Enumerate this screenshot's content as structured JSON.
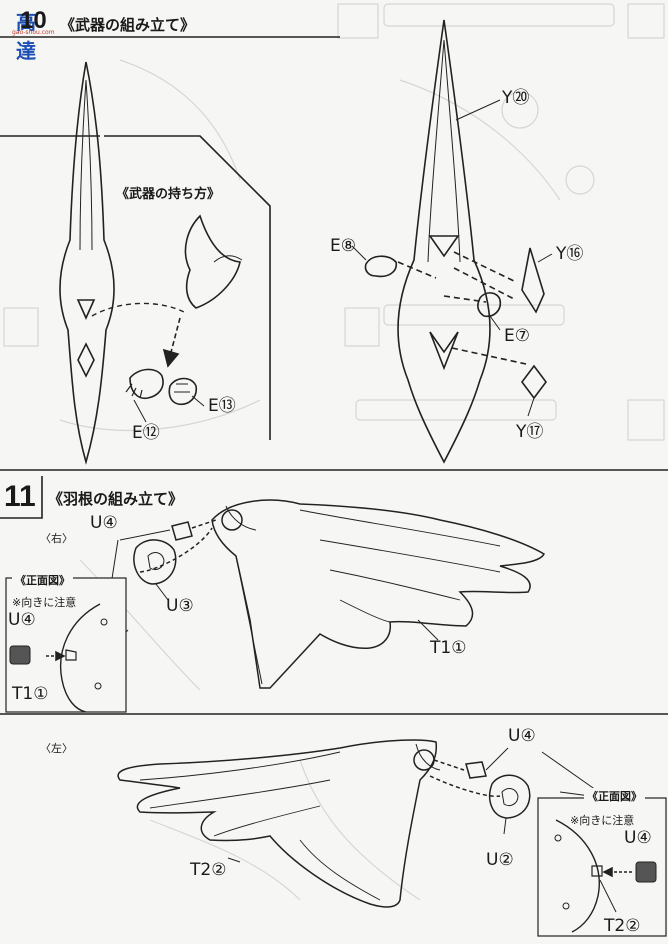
{
  "watermark": {
    "chars": "高達",
    "url": "gao-shou.com"
  },
  "step10": {
    "number": "10",
    "title": "《武器の組み立て》",
    "grip_title": "《武器の持ち方》",
    "parts": {
      "e12": "E⑫",
      "e13": "E⑬",
      "e8": "E⑧",
      "e7": "E⑦",
      "y20": "Y⑳",
      "y16": "Y⑯",
      "y17": "Y⑰"
    }
  },
  "step11": {
    "number": "11",
    "title": "《羽根の組み立て》",
    "right": {
      "side_label": "〈右〉",
      "parts": {
        "u4": "U④",
        "u3": "U③",
        "t1": "T1①"
      },
      "front_view": {
        "title": "《正面図》",
        "note": "※向きに注意",
        "u4": "U④",
        "t1": "T1①"
      }
    },
    "left": {
      "side_label": "〈左〉",
      "parts": {
        "u4": "U④",
        "u2": "U②",
        "t2": "T2②"
      },
      "front_view": {
        "title": "《正面図》",
        "note": "※向きに注意",
        "u4": "U④",
        "t2": "T2②"
      }
    }
  }
}
